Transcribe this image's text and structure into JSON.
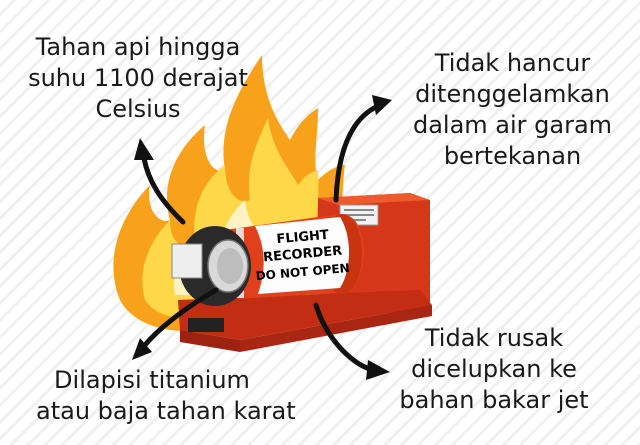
{
  "labels": {
    "fire": [
      "Tahan api hingga",
      "suhu 1100 derajat",
      "Celsius"
    ],
    "water": [
      "Tidak hancur",
      "ditenggelamkan",
      "dalam air garam",
      "bertekanan"
    ],
    "fuel": [
      "Tidak rusak",
      "dicelupkan ke",
      "bahan bakar jet"
    ],
    "titanium": [
      "Dilapisi titanium",
      "atau baja tahan karat"
    ]
  },
  "recorder_text": [
    "FLIGHT",
    "RECORDER",
    "DO NOT OPEN"
  ],
  "colors": {
    "recorder_orange": "#e0401c",
    "flame_outer": "#f7a21a",
    "flame_inner": "#ffd84a",
    "arrow": "#111111"
  }
}
